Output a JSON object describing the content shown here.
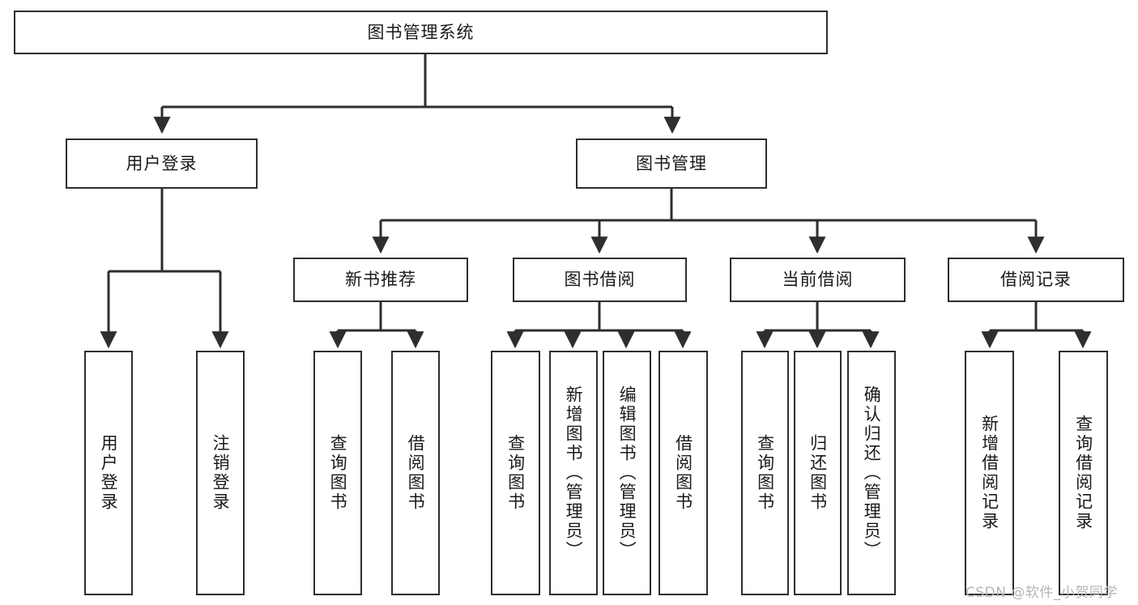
{
  "diagram": {
    "title": "图书管理系统",
    "type": "tree-hierarchy",
    "watermark": "CSDN @软件_小贺同学",
    "colors": {
      "stroke": "#2e2e2e",
      "fill": "#ffffff",
      "text": "#1a1a1a",
      "watermark": "#b6b6b6"
    },
    "root": {
      "label": "图书管理系统"
    },
    "level2": [
      {
        "label": "用户登录"
      },
      {
        "label": "图书管理"
      }
    ],
    "level3": [
      {
        "label": "新书推荐",
        "parent": "图书管理"
      },
      {
        "label": "图书借阅",
        "parent": "图书管理"
      },
      {
        "label": "当前借阅",
        "parent": "图书管理"
      },
      {
        "label": "借阅记录",
        "parent": "图书管理"
      }
    ],
    "leaves": {
      "user_login": [
        {
          "label": "用户登录"
        },
        {
          "label": "注销登录"
        }
      ],
      "new_book": [
        {
          "label": "查询图书"
        },
        {
          "label": "借阅图书"
        }
      ],
      "book_borrow": [
        {
          "label": "查询图书"
        },
        {
          "label": "新增图书（管理员）"
        },
        {
          "label": "编辑图书（管理员）"
        },
        {
          "label": "借阅图书"
        }
      ],
      "current_borrow": [
        {
          "label": "查询图书"
        },
        {
          "label": "归还图书"
        },
        {
          "label": "确认归还（管理员）"
        }
      ],
      "borrow_record": [
        {
          "label": "新增借阅记录"
        },
        {
          "label": "查询借阅记录"
        }
      ]
    }
  }
}
